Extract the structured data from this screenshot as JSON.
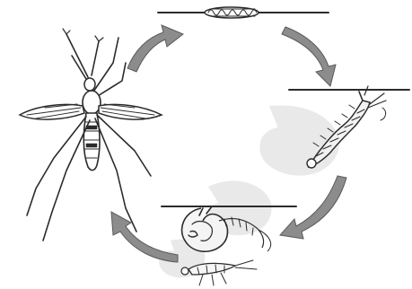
{
  "diagram": {
    "stages": [
      "adult",
      "eggs",
      "larva",
      "pupa"
    ],
    "cycle_order": [
      "adult",
      "eggs",
      "larva",
      "pupa",
      "adult"
    ],
    "colors": {
      "ink": "#2b2b2b",
      "arrow": "#8c8c8c",
      "watermark": "#e9e9e9"
    }
  }
}
